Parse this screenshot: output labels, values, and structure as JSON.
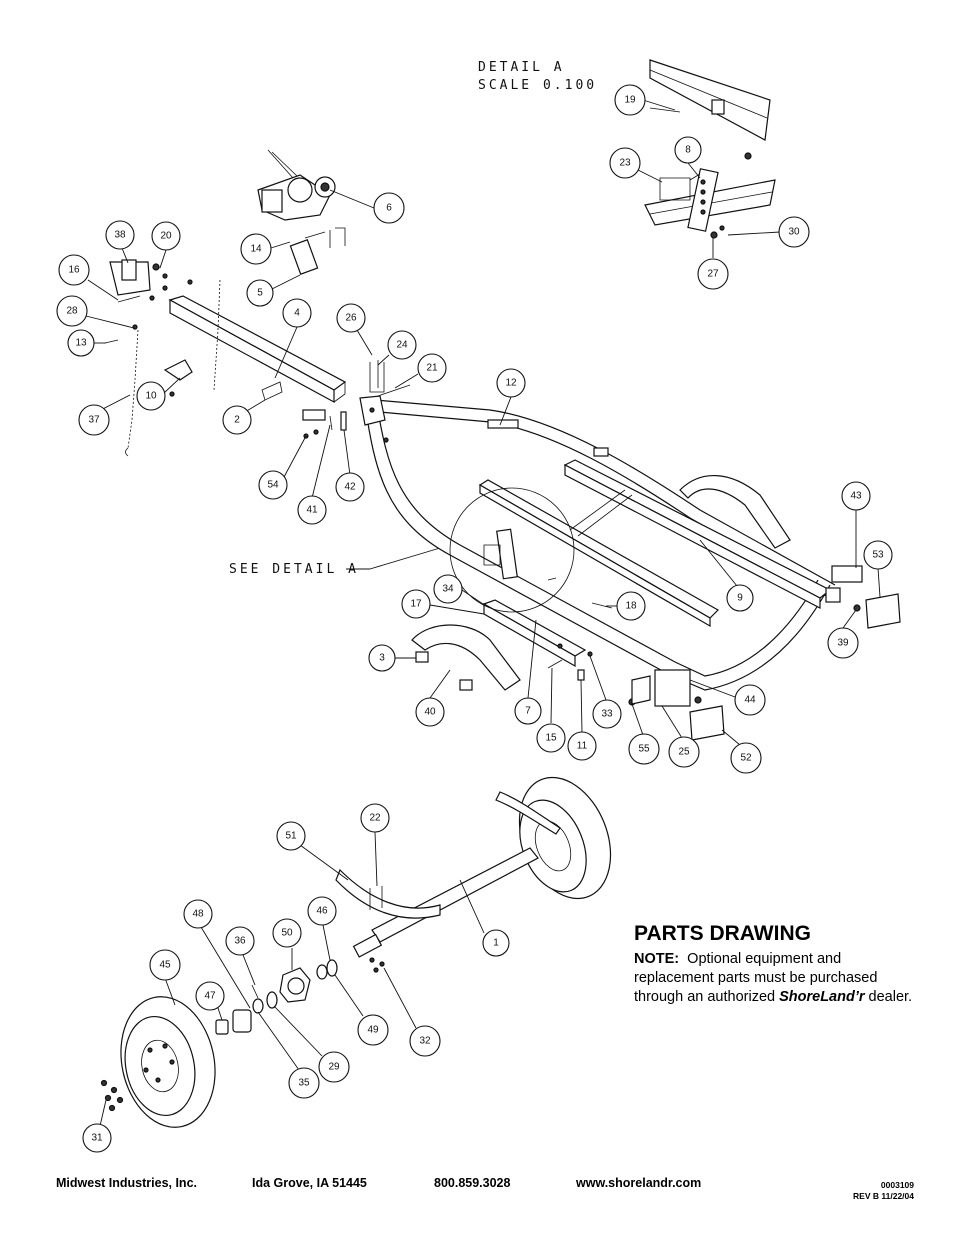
{
  "detail": {
    "line1": "DETAIL   A",
    "line2": "SCALE   0.100",
    "see_label": "SEE DETAIL   A"
  },
  "title_block": {
    "title": "PARTS DRAWING",
    "note_label": "NOTE:",
    "note_text_1": "Optional equipment and replacement parts must be purchased through an authorized",
    "brand": "ShoreLand’r",
    "note_text_2": "dealer."
  },
  "footer": {
    "company": "Midwest Industries, Inc.",
    "city": "Ida Grove, IA  51445",
    "phone": "800.859.3028",
    "website": "www.shorelandr.com"
  },
  "doc": {
    "number": "0003109",
    "revision": "REV B  11/22/04"
  },
  "callouts": [
    {
      "label": "19"
    },
    {
      "label": "8"
    },
    {
      "label": "23"
    },
    {
      "label": "30"
    },
    {
      "label": "27"
    },
    {
      "label": "6"
    },
    {
      "label": "14"
    },
    {
      "label": "5"
    },
    {
      "label": "38"
    },
    {
      "label": "20"
    },
    {
      "label": "16"
    },
    {
      "label": "28"
    },
    {
      "label": "13"
    },
    {
      "label": "4"
    },
    {
      "label": "26"
    },
    {
      "label": "24"
    },
    {
      "label": "21"
    },
    {
      "label": "12"
    },
    {
      "label": "10"
    },
    {
      "label": "37"
    },
    {
      "label": "2"
    },
    {
      "label": "54"
    },
    {
      "label": "41"
    },
    {
      "label": "42"
    },
    {
      "label": "43"
    },
    {
      "label": "53"
    },
    {
      "label": "39"
    },
    {
      "label": "9"
    },
    {
      "label": "34"
    },
    {
      "label": "17"
    },
    {
      "label": "18"
    },
    {
      "label": "3"
    },
    {
      "label": "40"
    },
    {
      "label": "7"
    },
    {
      "label": "15"
    },
    {
      "label": "11"
    },
    {
      "label": "33"
    },
    {
      "label": "55"
    },
    {
      "label": "25"
    },
    {
      "label": "44"
    },
    {
      "label": "52"
    },
    {
      "label": "51"
    },
    {
      "label": "22"
    },
    {
      "label": "1"
    },
    {
      "label": "48"
    },
    {
      "label": "36"
    },
    {
      "label": "50"
    },
    {
      "label": "46"
    },
    {
      "label": "45"
    },
    {
      "label": "47"
    },
    {
      "label": "49"
    },
    {
      "label": "32"
    },
    {
      "label": "29"
    },
    {
      "label": "35"
    },
    {
      "label": "31"
    }
  ]
}
